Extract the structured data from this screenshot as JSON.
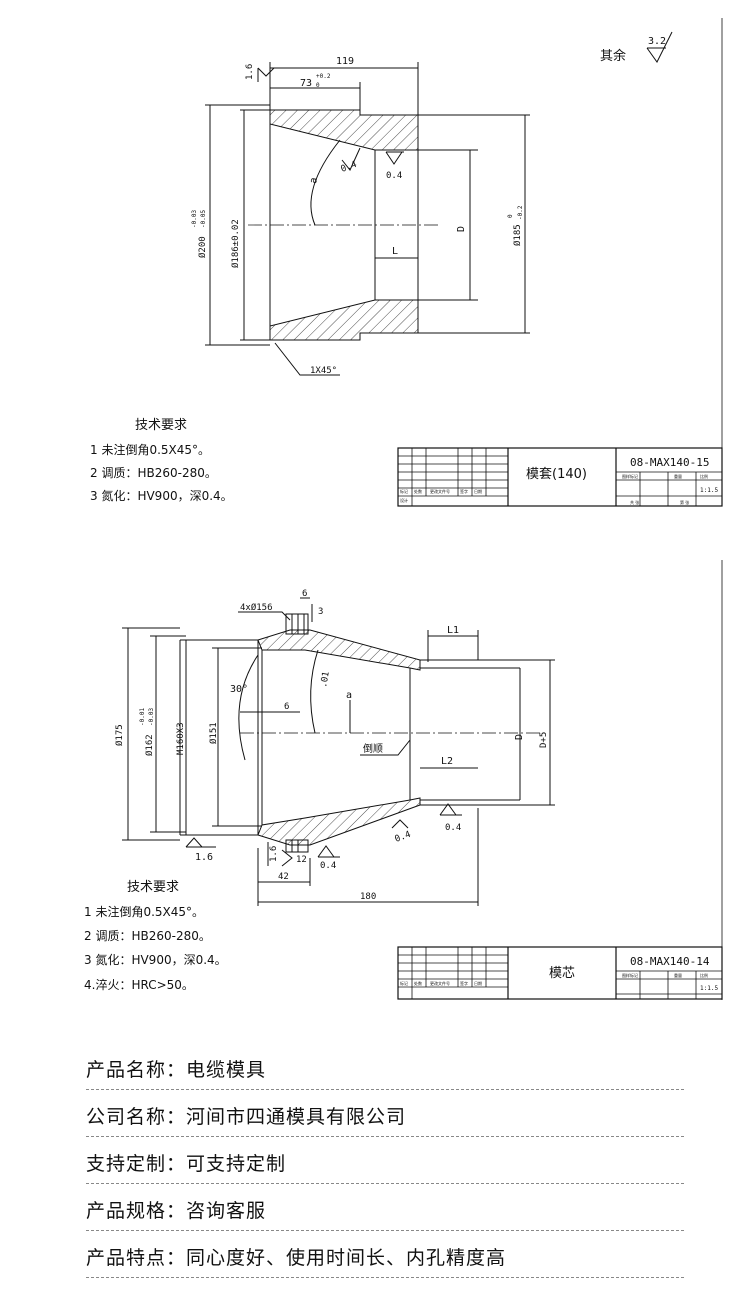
{
  "drawing1": {
    "roughness_other_label": "其余",
    "roughness_other_value": "3.2",
    "dim_119": "119",
    "dim_73": "73",
    "dim_73_tol_upper": "+0.2",
    "dim_73_tol_lower": "0",
    "roughness_16": "1.6",
    "roughness_04a": "0.4",
    "roughness_04b": "0.4",
    "dim_a": "a",
    "dim_D": "D",
    "dim_L": "L",
    "dim_200": "Ø200",
    "dim_200_tol_upper": "-0.03",
    "dim_200_tol_lower": "-0.05",
    "dim_186": "Ø186±0.02",
    "dim_185": "Ø185",
    "dim_185_tol_upper": "0",
    "dim_185_tol_lower": "-0.2",
    "chamfer": "1X45°",
    "tech_title": "技术要求",
    "tech_items": [
      "1 未注倒角0.5X45°。",
      "2 调质：HB260-280。",
      "3 氮化：HV900，深0.4。"
    ],
    "title_name": "模套(140)",
    "drawing_no": "08-MAX140-15",
    "scale": "1:1.5",
    "tb_small": [
      "标记",
      "处数",
      "更改文件号",
      "签字",
      "日期"
    ],
    "tb_small2": [
      "设计"
    ],
    "tb_right": [
      "图样标记",
      "重量",
      "比例"
    ],
    "tb_bottom": [
      "共 张",
      "第 张"
    ]
  },
  "drawing2": {
    "dim_4x156": "4xØ156",
    "dim_6a": "6",
    "dim_3": "3",
    "dim_L1": "L1",
    "dim_30deg": "30°",
    "dim_10deg": ".01",
    "dim_a": "a",
    "dim_6b": "6",
    "dim_175": "Ø175",
    "dim_162": "Ø162",
    "dim_162_tol_upper": "-0.01",
    "dim_162_tol_lower": "-0.03",
    "dim_M160": "M160X3",
    "dim_151": "Ø151",
    "chamfer_label": "倒顺",
    "dim_L2": "L2",
    "dim_D": "D",
    "dim_D5": "D+5",
    "roughness_16a": "1.6",
    "roughness_16b": "1.6",
    "dim_12": "12",
    "roughness_04a": "0.4",
    "roughness_04b": "0.4",
    "roughness_04c": "0.4",
    "dim_42": "42",
    "dim_180": "180",
    "tech_title": "技术要求",
    "tech_items": [
      "1 未注倒角0.5X45°。",
      "2 调质：HB260-280。",
      "3 氮化：HV900，深0.4。",
      "4.淬火：HRC>50。"
    ],
    "title_name": "模芯",
    "drawing_no": "08-MAX140-14",
    "scale": "1:1.5",
    "tb_small": [
      "标记",
      "处数",
      "更改文件号",
      "签字",
      "日期"
    ],
    "tb_right": [
      "图样标记",
      "重量",
      "比例"
    ]
  },
  "info": [
    "产品名称：电缆模具",
    "公司名称：河间市四通模具有限公司",
    "支持定制：可支持定制",
    "产品规格：咨询客服",
    "产品特点：同心度好、使用时间长、内孔精度高"
  ]
}
